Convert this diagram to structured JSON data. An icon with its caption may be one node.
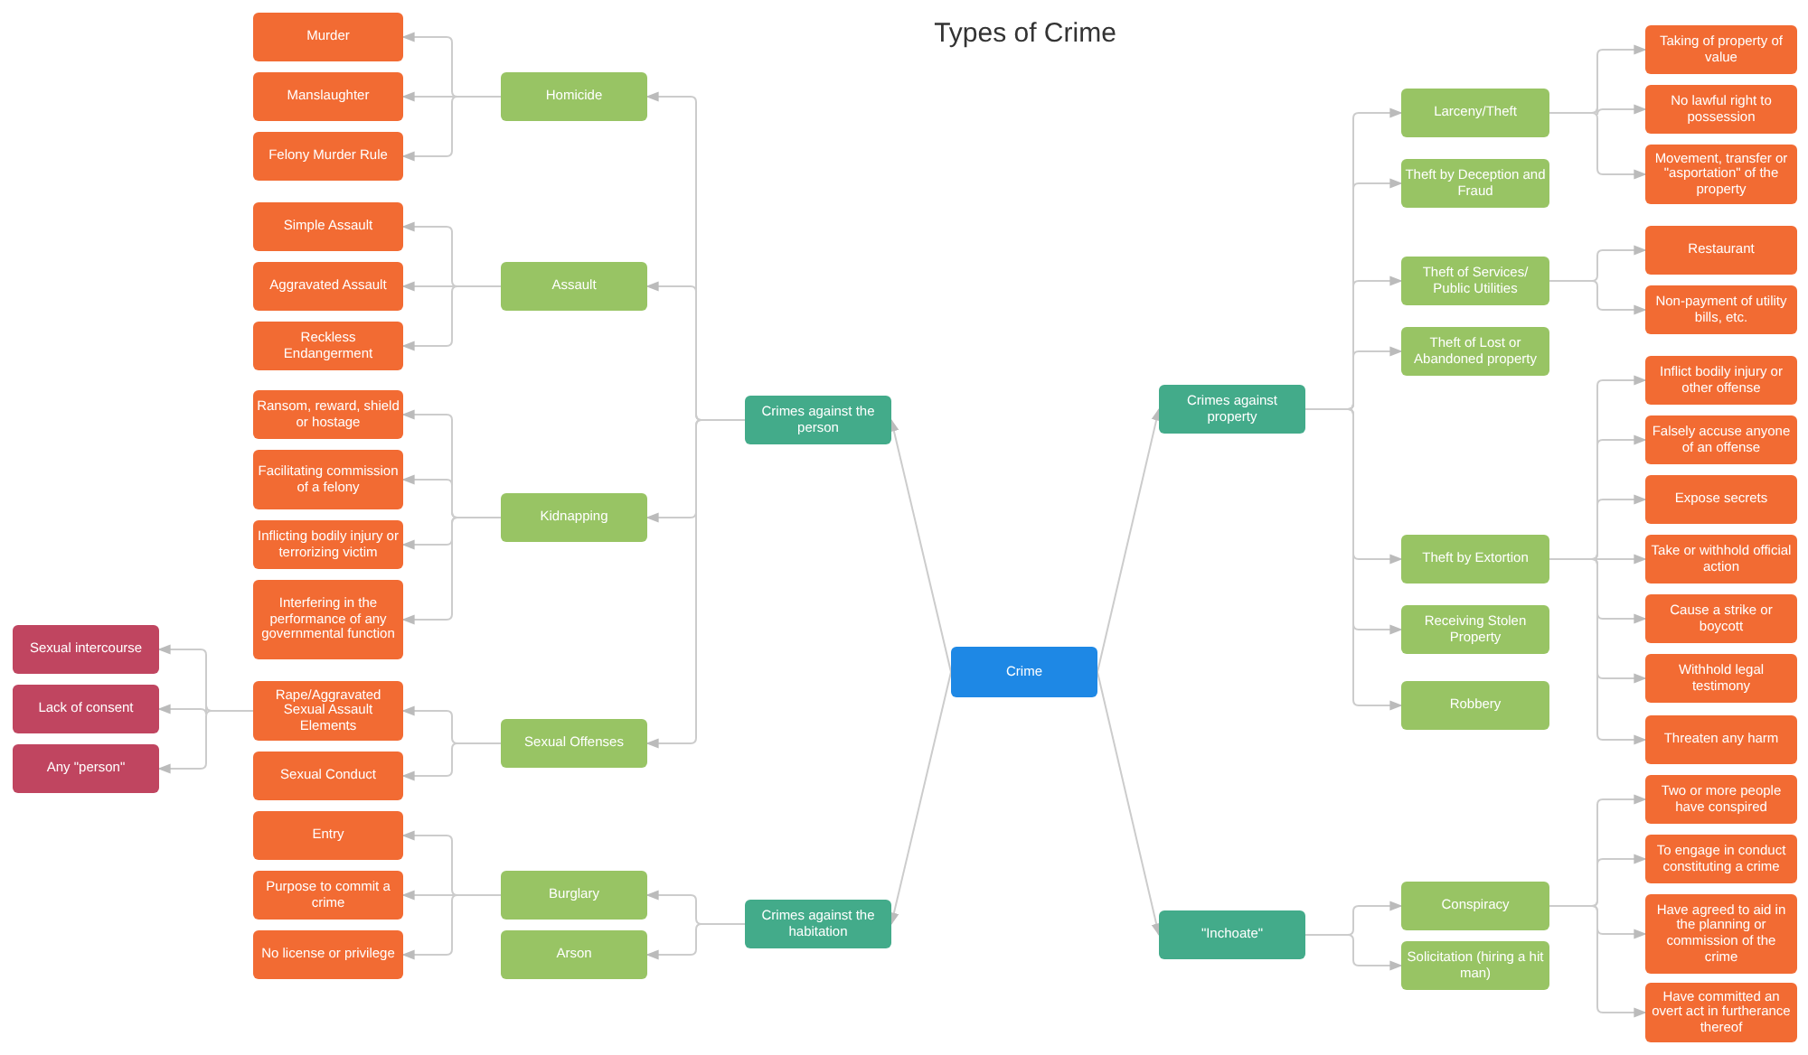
{
  "diagram": {
    "title": "Types of Crime",
    "nodes": [
      {
        "text": [
          "Crime"
        ]
      },
      {
        "text": [
          "Crimes against the person"
        ]
      },
      {
        "text": [
          "Crimes against the habitation"
        ]
      },
      {
        "text": [
          "Crimes against property"
        ]
      },
      {
        "text": [
          "\"Inchoate\""
        ]
      },
      {
        "text": [
          "Homicide"
        ]
      },
      {
        "text": [
          "Assault"
        ]
      },
      {
        "text": [
          "Kidnapping"
        ]
      },
      {
        "text": [
          "Sexual Offenses"
        ]
      },
      {
        "text": [
          "Burglary"
        ]
      },
      {
        "text": [
          "Arson"
        ]
      },
      {
        "text": [
          "Murder"
        ]
      },
      {
        "text": [
          "Manslaughter"
        ]
      },
      {
        "text": [
          "Felony Murder Rule"
        ]
      },
      {
        "text": [
          "Simple Assault"
        ]
      },
      {
        "text": [
          "Aggravated Assault"
        ]
      },
      {
        "text": [
          "Reckless Endangerment"
        ]
      },
      {
        "text": [
          "Ransom, reward, shield or hostage"
        ]
      },
      {
        "text": [
          "Facilitating commission of a felony"
        ]
      },
      {
        "text": [
          "Inflicting bodily injury or terrorizing victim"
        ]
      },
      {
        "text": [
          "Interfering in the performance of any governmental function"
        ]
      },
      {
        "text": [
          "Rape/Aggravated Sexual Assault Elements"
        ]
      },
      {
        "text": [
          "Sexual Conduct"
        ]
      },
      {
        "text": [
          "Entry"
        ]
      },
      {
        "text": [
          "Purpose to commit a crime"
        ]
      },
      {
        "text": [
          "No license or privilege"
        ]
      },
      {
        "text": [
          "Sexual intercourse"
        ]
      },
      {
        "text": [
          "Lack of consent"
        ]
      },
      {
        "text": [
          "Any \"person\""
        ]
      },
      {
        "text": [
          "Larceny/Theft"
        ]
      },
      {
        "text": [
          "Theft by Deception and Fraud"
        ]
      },
      {
        "text": [
          "Theft of Services/ Public Utilities"
        ]
      },
      {
        "text": [
          "Theft of Lost or Abandoned property"
        ]
      },
      {
        "text": [
          "Theft by Extortion"
        ]
      },
      {
        "text": [
          "Receiving Stolen Property"
        ]
      },
      {
        "text": [
          "Robbery"
        ]
      },
      {
        "text": [
          "Conspiracy"
        ]
      },
      {
        "text": [
          "Solicitation (hiring a hit man)"
        ]
      },
      {
        "text": [
          "Taking of property of value"
        ]
      },
      {
        "text": [
          "No lawful right to possession"
        ]
      },
      {
        "text": [
          "Movement, transfer or \"asportation\" of the property"
        ]
      },
      {
        "text": [
          "Restaurant"
        ]
      },
      {
        "text": [
          "Non-payment of utility bills, etc."
        ]
      },
      {
        "text": [
          "Inflict bodily injury or other offense"
        ]
      },
      {
        "text": [
          "Falsely accuse anyone of an offense"
        ]
      },
      {
        "text": [
          "Expose secrets"
        ]
      },
      {
        "text": [
          "Take or withhold official action"
        ]
      },
      {
        "text": [
          "Cause a strike or boycott"
        ]
      },
      {
        "text": [
          "Withhold legal testimony"
        ]
      },
      {
        "text": [
          "Threaten any harm"
        ]
      },
      {
        "text": [
          "Two or more people have conspired"
        ]
      },
      {
        "text": [
          "To engage in conduct constituting a crime"
        ]
      },
      {
        "text": [
          "Have agreed to aid in the planning or commission of the crime"
        ]
      },
      {
        "text": [
          "Have committed an overt act in furtherance thereof"
        ]
      }
    ],
    "edges": [
      {
        "from": 0,
        "to": 1,
        "arrow": "to"
      },
      {
        "from": 0,
        "to": 2,
        "arrow": "to"
      },
      {
        "from": 0,
        "to": 3,
        "arrow": "to"
      },
      {
        "from": 0,
        "to": 4,
        "arrow": "to"
      },
      {
        "from": 1,
        "to": 5,
        "arrow": "to"
      },
      {
        "from": 1,
        "to": 6,
        "arrow": "to"
      },
      {
        "from": 1,
        "to": 7,
        "arrow": "to"
      },
      {
        "from": 1,
        "to": 8,
        "arrow": "to"
      },
      {
        "from": 2,
        "to": 9,
        "arrow": "to"
      },
      {
        "from": 2,
        "to": 10,
        "arrow": "to"
      },
      {
        "from": 5,
        "to": 11,
        "arrow": "to"
      },
      {
        "from": 5,
        "to": 12,
        "arrow": "to"
      },
      {
        "from": 5,
        "to": 13,
        "arrow": "to"
      },
      {
        "from": 6,
        "to": 14,
        "arrow": "to"
      },
      {
        "from": 6,
        "to": 15,
        "arrow": "to"
      },
      {
        "from": 6,
        "to": 16,
        "arrow": "to"
      },
      {
        "from": 7,
        "to": 17,
        "arrow": "to"
      },
      {
        "from": 7,
        "to": 18,
        "arrow": "to"
      },
      {
        "from": 7,
        "to": 19,
        "arrow": "to"
      },
      {
        "from": 7,
        "to": 20,
        "arrow": "to"
      },
      {
        "from": 8,
        "to": 21,
        "arrow": "to"
      },
      {
        "from": 8,
        "to": 22,
        "arrow": "to"
      },
      {
        "from": 9,
        "to": 23,
        "arrow": "to"
      },
      {
        "from": 9,
        "to": 24,
        "arrow": "to"
      },
      {
        "from": 9,
        "to": 25,
        "arrow": "to"
      },
      {
        "from": 21,
        "to": 26,
        "arrow": "to"
      },
      {
        "from": 21,
        "to": 27,
        "arrow": "to"
      },
      {
        "from": 21,
        "to": 28,
        "arrow": "to"
      },
      {
        "from": 3,
        "to": 29,
        "arrow": "to"
      },
      {
        "from": 3,
        "to": 30,
        "arrow": "to"
      },
      {
        "from": 3,
        "to": 31,
        "arrow": "to"
      },
      {
        "from": 3,
        "to": 32,
        "arrow": "to"
      },
      {
        "from": 3,
        "to": 33,
        "arrow": "to"
      },
      {
        "from": 3,
        "to": 34,
        "arrow": "to"
      },
      {
        "from": 3,
        "to": 35,
        "arrow": "to"
      },
      {
        "from": 4,
        "to": 36,
        "arrow": "to"
      },
      {
        "from": 4,
        "to": 37,
        "arrow": "to"
      },
      {
        "from": 29,
        "to": 38,
        "arrow": "to"
      },
      {
        "from": 29,
        "to": 39,
        "arrow": "to"
      },
      {
        "from": 29,
        "to": 40,
        "arrow": "to"
      },
      {
        "from": 31,
        "to": 41,
        "arrow": "to"
      },
      {
        "from": 31,
        "to": 42,
        "arrow": "to"
      },
      {
        "from": 33,
        "to": 43,
        "arrow": "to"
      },
      {
        "from": 33,
        "to": 44,
        "arrow": "to"
      },
      {
        "from": 33,
        "to": 45,
        "arrow": "to"
      },
      {
        "from": 33,
        "to": 46,
        "arrow": "to"
      },
      {
        "from": 33,
        "to": 47,
        "arrow": "to"
      },
      {
        "from": 33,
        "to": 48,
        "arrow": "to"
      },
      {
        "from": 33,
        "to": 49,
        "arrow": "to"
      },
      {
        "from": 36,
        "to": 50,
        "arrow": "to"
      },
      {
        "from": 36,
        "to": 51,
        "arrow": "to"
      },
      {
        "from": 36,
        "to": 52,
        "arrow": "to"
      },
      {
        "from": 36,
        "to": 53,
        "arrow": "to"
      }
    ]
  }
}
